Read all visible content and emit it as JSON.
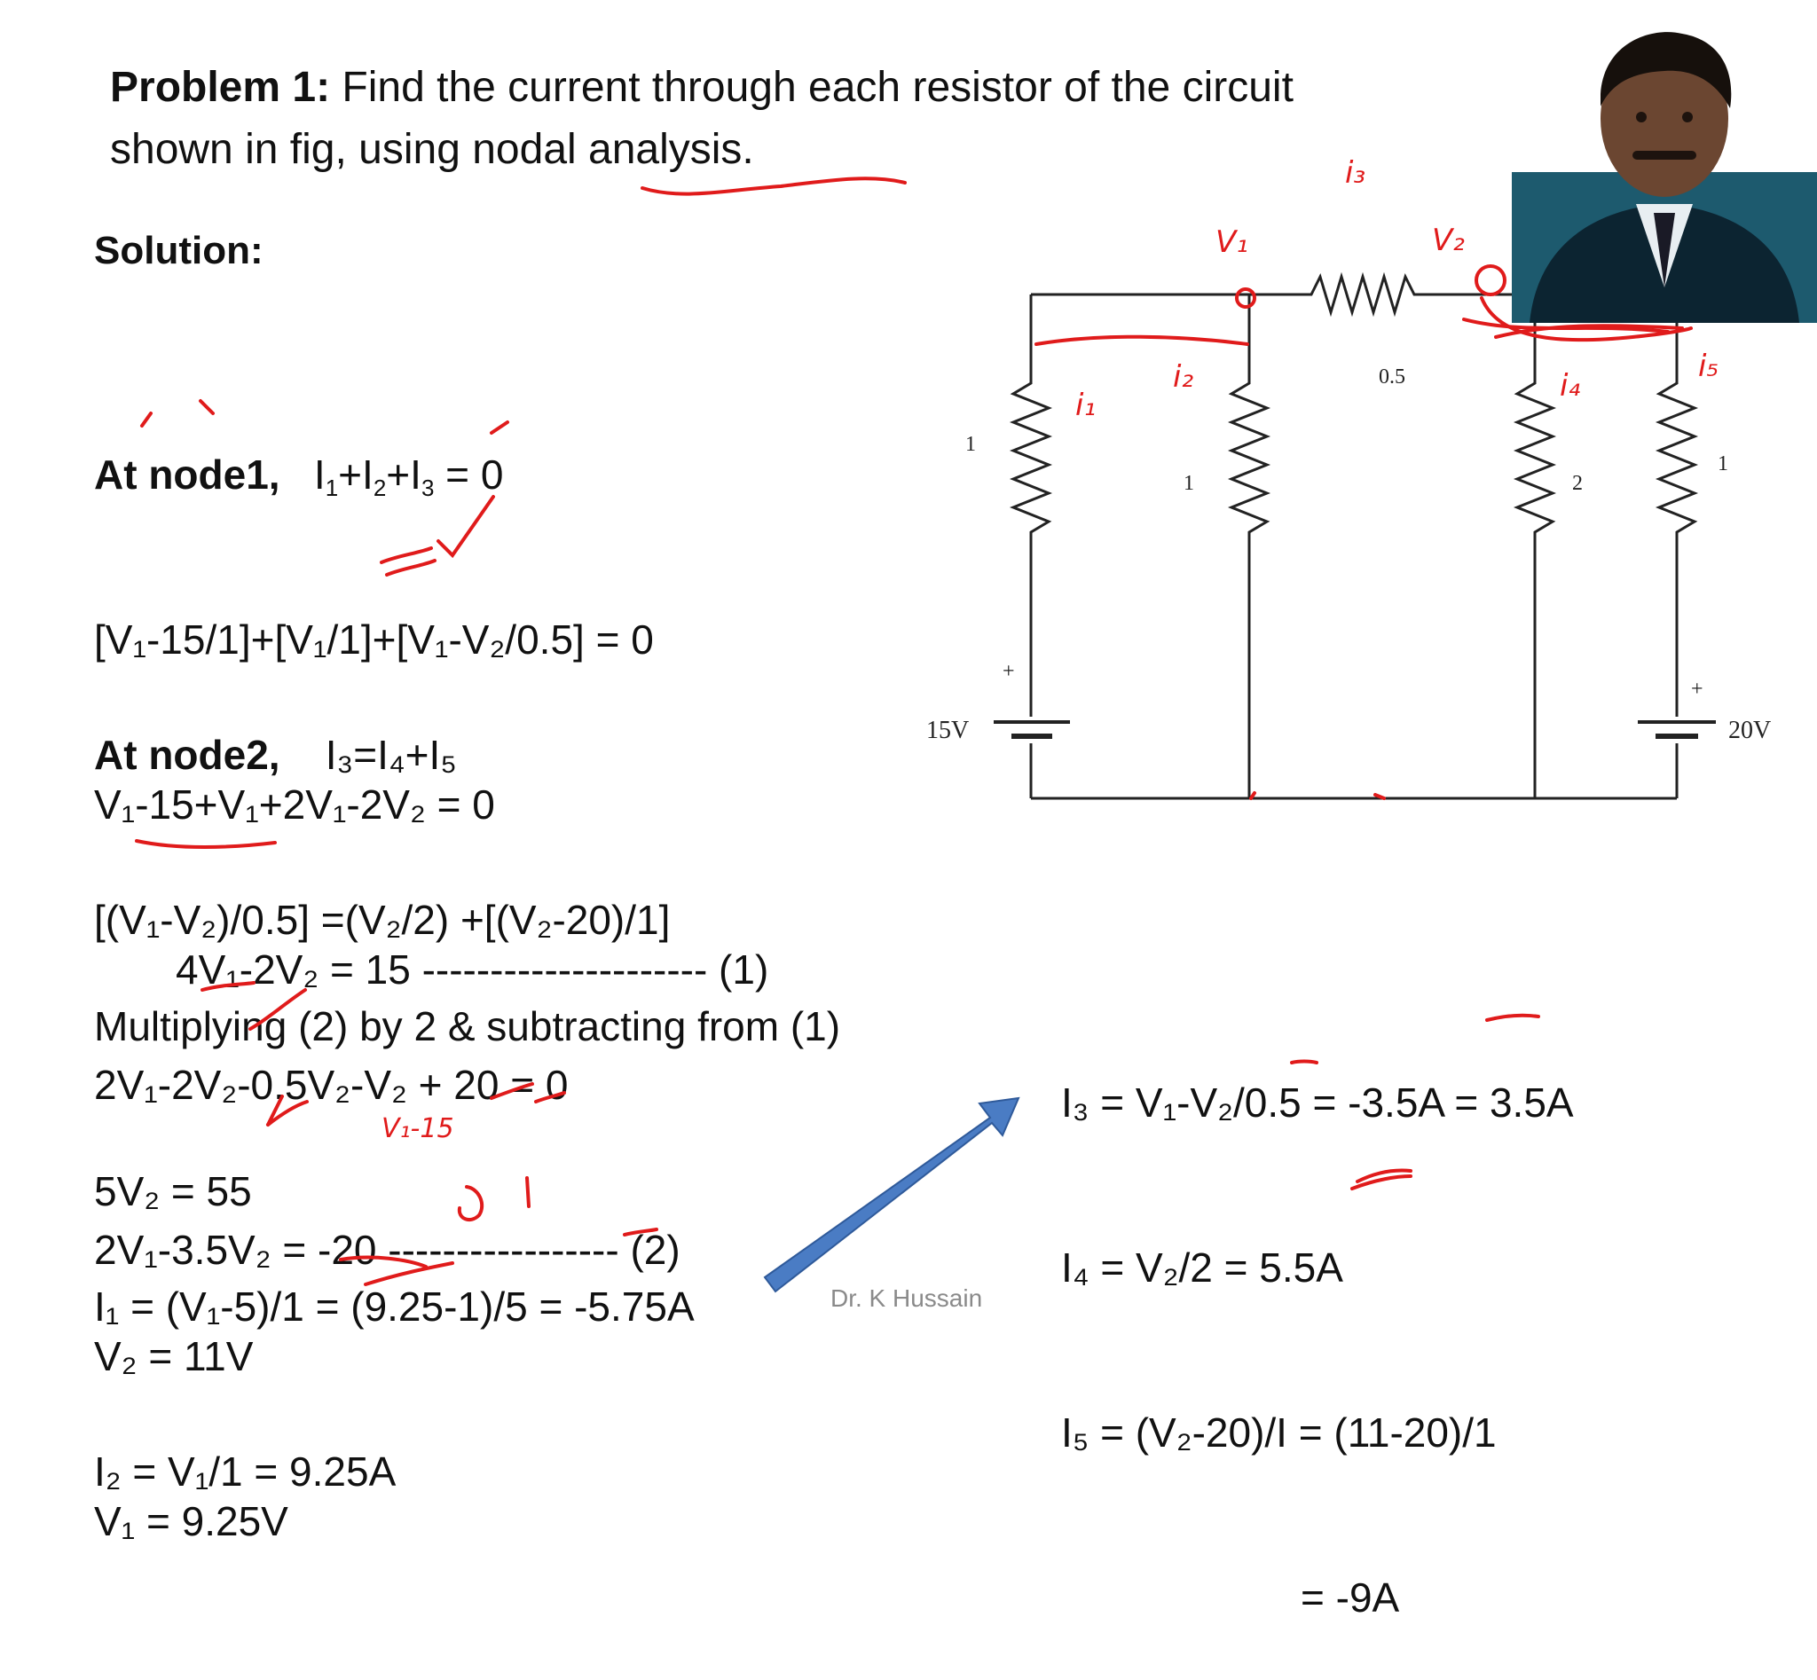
{
  "slide": {
    "title_bold": "Problem 1:",
    "title_rest": " Find the current through each resistor of the circuit shown in fig, using nodal analysis.",
    "solution_label": "Solution:",
    "footer": "Dr. K Hussain"
  },
  "node1": {
    "heading": "At node1,",
    "kcl": {
      "a": "I",
      "s1": "1",
      "b": "+I",
      "s2": "2",
      "c": "+I",
      "s3": "3",
      "d": " = 0"
    },
    "line2": "[V₁-15/1]+[V₁/1]+[V₁-V₂/0.5] = 0",
    "line3": "V₁-15+V₁+2V₁-2V₂ = 0",
    "line4": "4V₁-2V₂ = 15 --------------------- (1)"
  },
  "node2": {
    "heading": "At node2,",
    "kcl": "I₃=I₄+I₅",
    "line2": "[(V₁-V₂)/0.5] =(V₂/2) +[(V₂-20)/1]",
    "line3": "2V₁-2V₂-0.5V₂-V₂ + 20 = 0",
    "line4": "2V₁-3.5V₂ = -20 ----------------- (2)"
  },
  "solve": {
    "line1": "Multiplying (2) by 2 & subtracting from (1)",
    "line2": "5V₂ = 55",
    "line3": "V₂ = 11V",
    "line4": "V₁ = 9.25V"
  },
  "currents_left": {
    "i1": "I₁ = (V₁-5)/1 = (9.25-1)/5 = -5.75A",
    "i2": "I₂ = V₁/1 = 9.25A"
  },
  "currents_right": {
    "i3": "I₃ = V₁-V₂/0.5 = -3.5A = 3.5A",
    "i4": "I₄ = V₂/2 = 5.5A",
    "i5": "I₅ = (V₂-20)/I = (11-20)/1",
    "i5b": "= -9A"
  },
  "circuit": {
    "r1": "1",
    "r2": "1",
    "r3": "0.5",
    "r4": "2",
    "r5": "1",
    "v_left": "15V",
    "v_right": "20V",
    "plus": "+"
  },
  "annotations": {
    "v1": "V₁",
    "v2": "V₂",
    "i1": "i₁",
    "i2": "i₂",
    "i3": "i₃",
    "i4": "i₄",
    "i5": "i₅",
    "note": "V₁-15"
  },
  "colors": {
    "ink_red": "#e01b1b",
    "arrow_blue": "#4a7cc4",
    "text": "#111111"
  }
}
